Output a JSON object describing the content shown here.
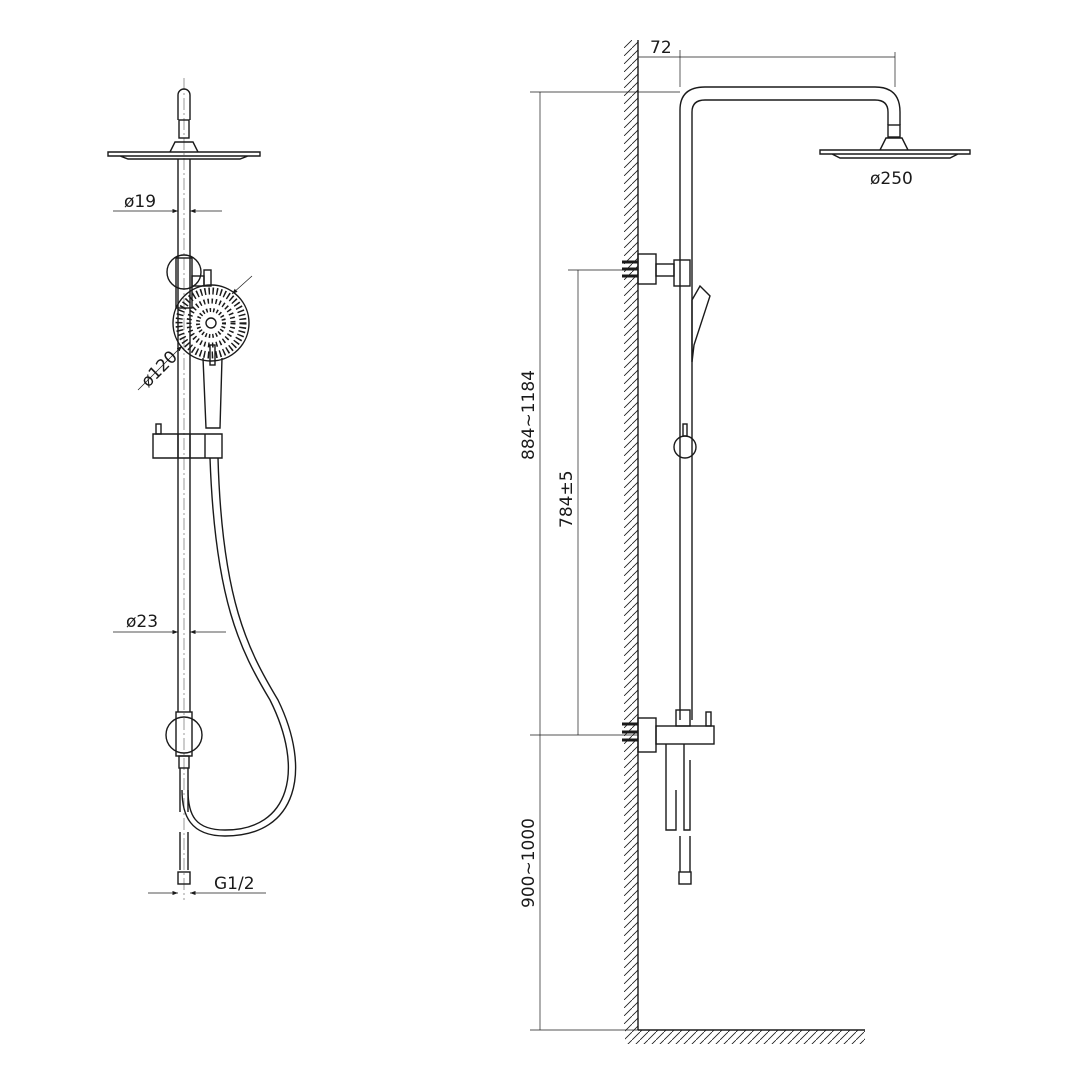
{
  "title": "Shower column dimension drawing",
  "front_view": {
    "dims": {
      "upper_pipe_diameter": "ø19",
      "hand_shower_diameter": "ø120",
      "lower_pipe_diameter": "ø23",
      "inlet_thread": "G1/2"
    }
  },
  "side_view": {
    "dims": {
      "arm_offset": "72",
      "head_diameter": "ø250",
      "total_height": "884~1184",
      "mount_spacing": "784±5",
      "install_height": "900~1000"
    }
  },
  "colors": {
    "line": "#1a1a1a",
    "background": "#ffffff"
  }
}
